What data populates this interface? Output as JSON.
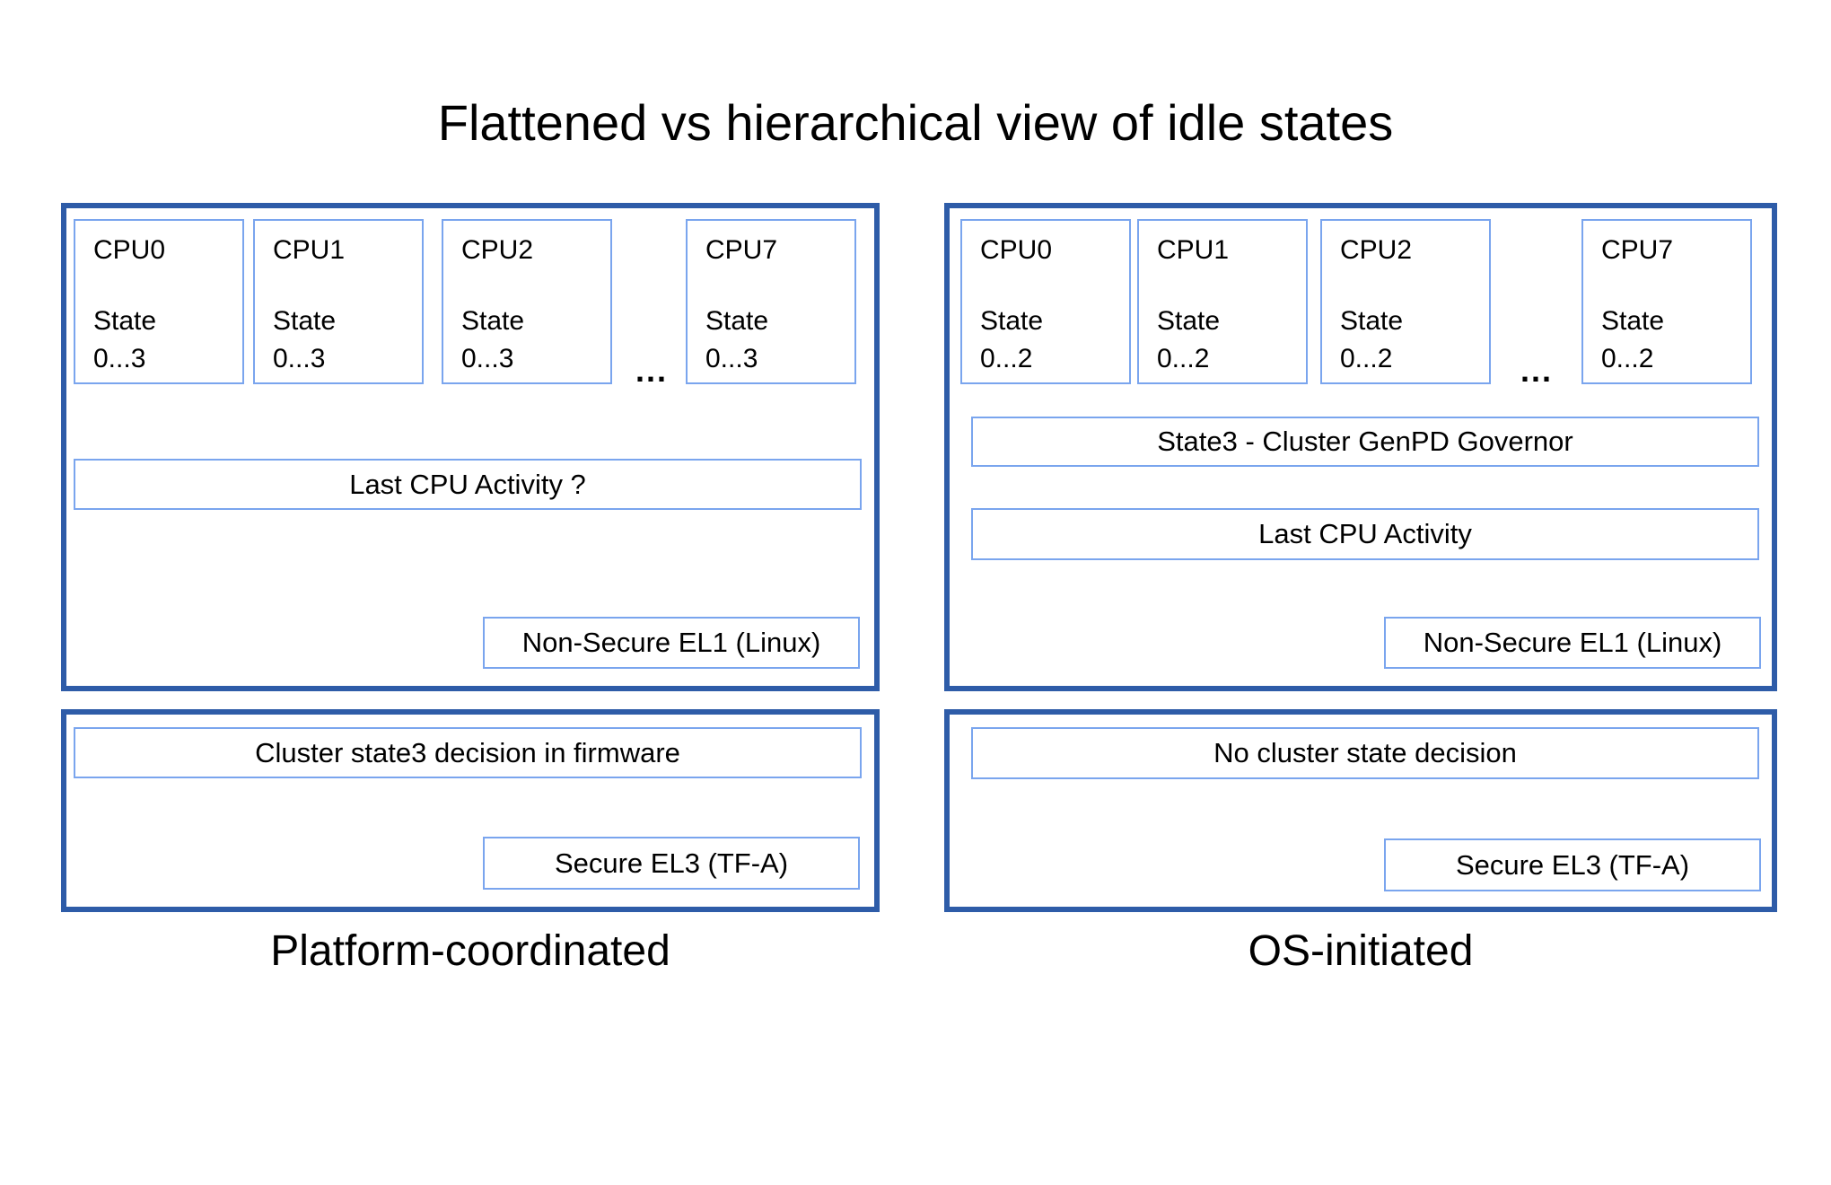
{
  "title": "Flattened vs hierarchical view of idle states",
  "colors": {
    "panel_border": "#2e5ca8",
    "box_border": "#7aa5ee",
    "text": "#000000",
    "background": "#ffffff"
  },
  "left": {
    "label": "Platform-coordinated",
    "top_panel": {
      "cpus": [
        {
          "name": "CPU0",
          "state": "State\n0...3"
        },
        {
          "name": "CPU1",
          "state": "State\n0...3"
        },
        {
          "name": "CPU2",
          "state": "State\n0...3"
        },
        {
          "name": "CPU7",
          "state": "State\n0...3"
        }
      ],
      "ellipsis": "...",
      "activity_box": "Last CPU Activity ?",
      "el1_box": "Non-Secure EL1 (Linux)"
    },
    "bottom_panel": {
      "decision_box": "Cluster state3 decision in firmware",
      "el3_box": "Secure EL3 (TF-A)"
    }
  },
  "right": {
    "label": "OS-initiated",
    "top_panel": {
      "cpus": [
        {
          "name": "CPU0",
          "state": "State\n0...2"
        },
        {
          "name": "CPU1",
          "state": "State\n0...2"
        },
        {
          "name": "CPU2",
          "state": "State\n0...2"
        },
        {
          "name": "CPU7",
          "state": "State\n0...2"
        }
      ],
      "ellipsis": "...",
      "governor_box": "State3 - Cluster GenPD Governor",
      "activity_box": "Last CPU Activity",
      "el1_box": "Non-Secure EL1 (Linux)"
    },
    "bottom_panel": {
      "decision_box": "No cluster state decision",
      "el3_box": "Secure EL3 (TF-A)"
    }
  }
}
